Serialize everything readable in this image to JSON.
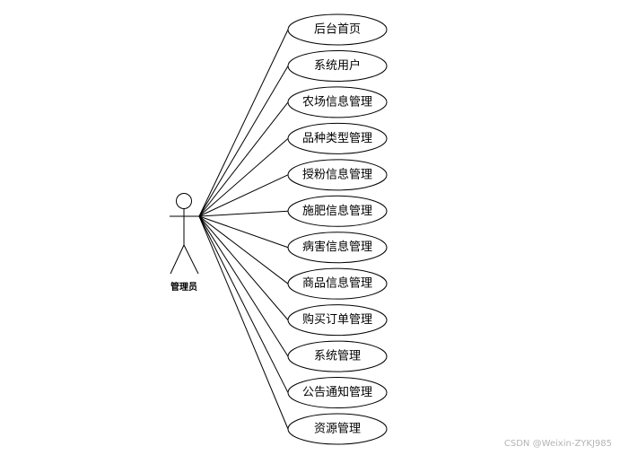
{
  "actor": {
    "label": "管理员"
  },
  "use_cases": [
    {
      "label": "后台首页"
    },
    {
      "label": "系统用户"
    },
    {
      "label": "农场信息管理"
    },
    {
      "label": "品种类型管理"
    },
    {
      "label": "授粉信息管理"
    },
    {
      "label": "施肥信息管理"
    },
    {
      "label": "病害信息管理"
    },
    {
      "label": "商品信息管理"
    },
    {
      "label": "购买订单管理"
    },
    {
      "label": "系统管理"
    },
    {
      "label": "公告通知管理"
    },
    {
      "label": "资源管理"
    }
  ],
  "watermark": "CSDN @Weixin-ZYKJ985",
  "colors": {
    "line": "#000000",
    "background": "#ffffff",
    "watermark": "#b4b4b4"
  }
}
